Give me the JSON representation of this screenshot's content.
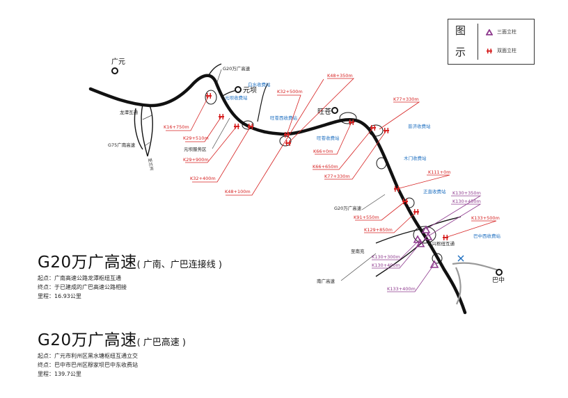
{
  "legend": {
    "title_line1": "图",
    "title_line2": "示",
    "items": [
      {
        "label": "三面立柱",
        "icon": "triangle-icon",
        "color": "#8e3a8e"
      },
      {
        "label": "双面立柱",
        "icon": "double-post-icon",
        "color": "#d62020"
      }
    ]
  },
  "colors": {
    "road": "#111111",
    "red_label": "#d62020",
    "purple_label": "#8e3a8e",
    "toll_blue": "#1e6fc0",
    "line_gray": "#777777"
  },
  "places": {
    "guangyuan": "广元",
    "yuanba": "元坝",
    "wangcang": "旺苍",
    "bazhong": "巴中"
  },
  "roads": {
    "g20_north": "G20万广高速",
    "longtan": "龙潭互通",
    "g75": "G75广南高速",
    "zhi_lanzhou": "至兰州",
    "yuanba_service": "元坝服务区",
    "g20_middle": "G20万广高速",
    "zhi_nanchong": "至南充",
    "guangba_gaosu": "南广高速",
    "dongxing": "东兴枢纽互通"
  },
  "toll_stations": {
    "baishui": "白水收费站",
    "yuanba": "元坝收费站",
    "wangcang_west": "旺苍西收费站",
    "wangcang": "旺苍收费站",
    "jianxing": "普济收费站",
    "mumen": "木门收费站",
    "zhengzhi": "正直收费站",
    "bazhong_west": "巴中西收费站"
  },
  "markers": {
    "k16": "K16+750m",
    "k29_510": "K29+510m",
    "k29_900": "K29+900m",
    "k32_400": "K32+400m",
    "k32_500": "K32+500m",
    "k48_350": "K48+350m",
    "k48_100": "K48+100m",
    "k66_0": "K66+0m",
    "k66_650": "K66+650m",
    "k77_330a": "K77+330m",
    "k77_330b": "K77+330m",
    "k91": "K91+550m",
    "k111": "K111+0m",
    "k129": "K129+850m",
    "k130_350": "K130+350m",
    "k130_450": "K130+450m",
    "k130_300": "K130+300m",
    "k130_400": "K130+400m",
    "k133_500": "K133+500m",
    "k133_400": "K133+400m"
  },
  "section1": {
    "title": "G20万广高速",
    "subtitle": "( 广南、广巴连接线 )",
    "start": "起点：广南高速公路龙潭枢纽互通",
    "end": "终点：于已建成的广巴高速公路相接",
    "mileage": "里程：16.93公里"
  },
  "section2": {
    "title": "G20万广高速",
    "subtitle": "( 广巴高速 )",
    "start": "起点：广元市利州区黑水塘枢纽互通立交",
    "end": "终点：巴中市巴州区穆家坝巴中东收费站",
    "mileage": "里程：139.7公里"
  }
}
